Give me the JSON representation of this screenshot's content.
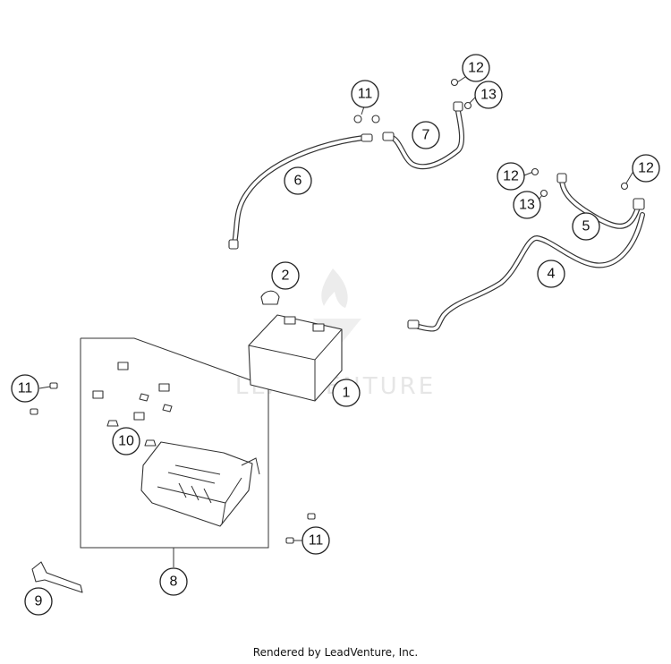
{
  "watermark": {
    "brand": "LEADVENTURE"
  },
  "credit": "Rendered by LeadVenture, Inc.",
  "callouts": [
    {
      "label": "1"
    },
    {
      "label": "2"
    },
    {
      "label": "4"
    },
    {
      "label": "5"
    },
    {
      "label": "6"
    },
    {
      "label": "7"
    },
    {
      "label": "8"
    },
    {
      "label": "9"
    },
    {
      "label": "10"
    },
    {
      "label": "11"
    },
    {
      "label": "11"
    },
    {
      "label": "11"
    },
    {
      "label": "12"
    },
    {
      "label": "12"
    },
    {
      "label": "12"
    },
    {
      "label": "13"
    },
    {
      "label": "13"
    }
  ]
}
